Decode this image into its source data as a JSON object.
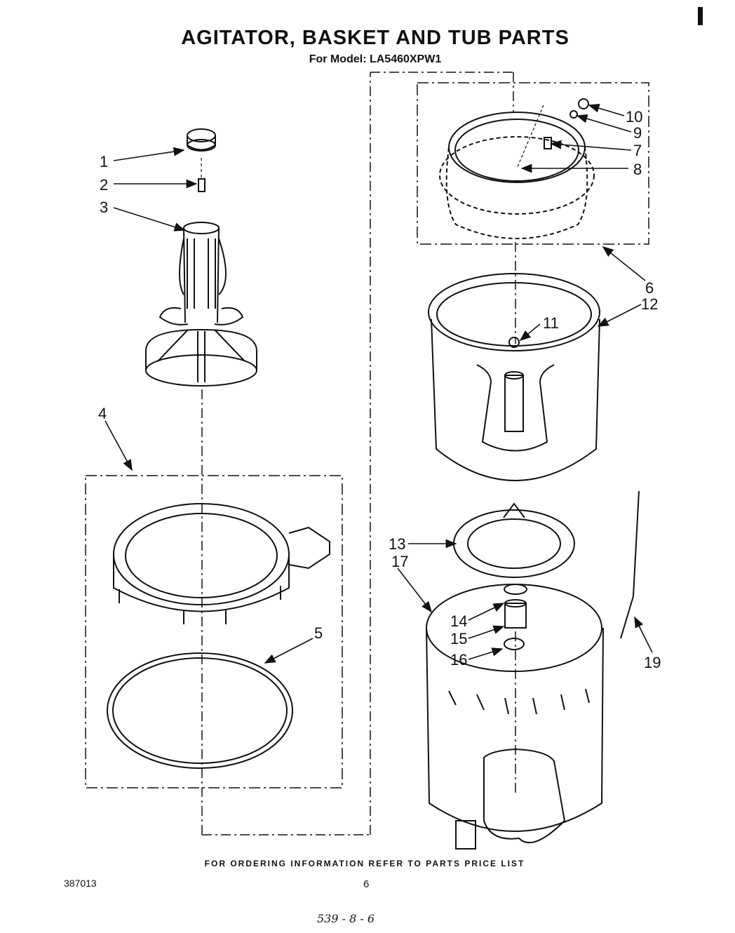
{
  "header": {
    "title": "AGITATOR, BASKET AND TUB PARTS",
    "subtitle": "For Model: LA5460XPW1"
  },
  "callouts": [
    "1",
    "2",
    "3",
    "4",
    "5",
    "6",
    "7",
    "8",
    "9",
    "10",
    "11",
    "12",
    "13",
    "14",
    "15",
    "16",
    "17",
    "19"
  ],
  "footer": {
    "note": "FOR ORDERING INFORMATION REFER TO PARTS PRICE LIST",
    "doc_number": "387013",
    "page_number": "6",
    "handwritten": "539 - 8 - 6"
  }
}
